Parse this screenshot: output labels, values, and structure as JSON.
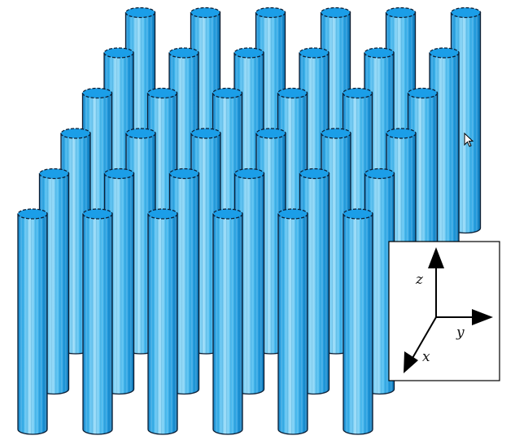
{
  "figure": {
    "rows": 6,
    "columns": 6,
    "rod_fill": "#29a7e6",
    "rod_light": "#8fd6f7",
    "rod_dark": "#0a6fa8",
    "cap_fill": "#1b9ee8",
    "outline": "#0b1d33"
  },
  "axes_inset": {
    "labels": {
      "z": "z",
      "y": "y",
      "x": "x"
    }
  },
  "cursor": {
    "icon": "arrow-cursor-icon"
  }
}
